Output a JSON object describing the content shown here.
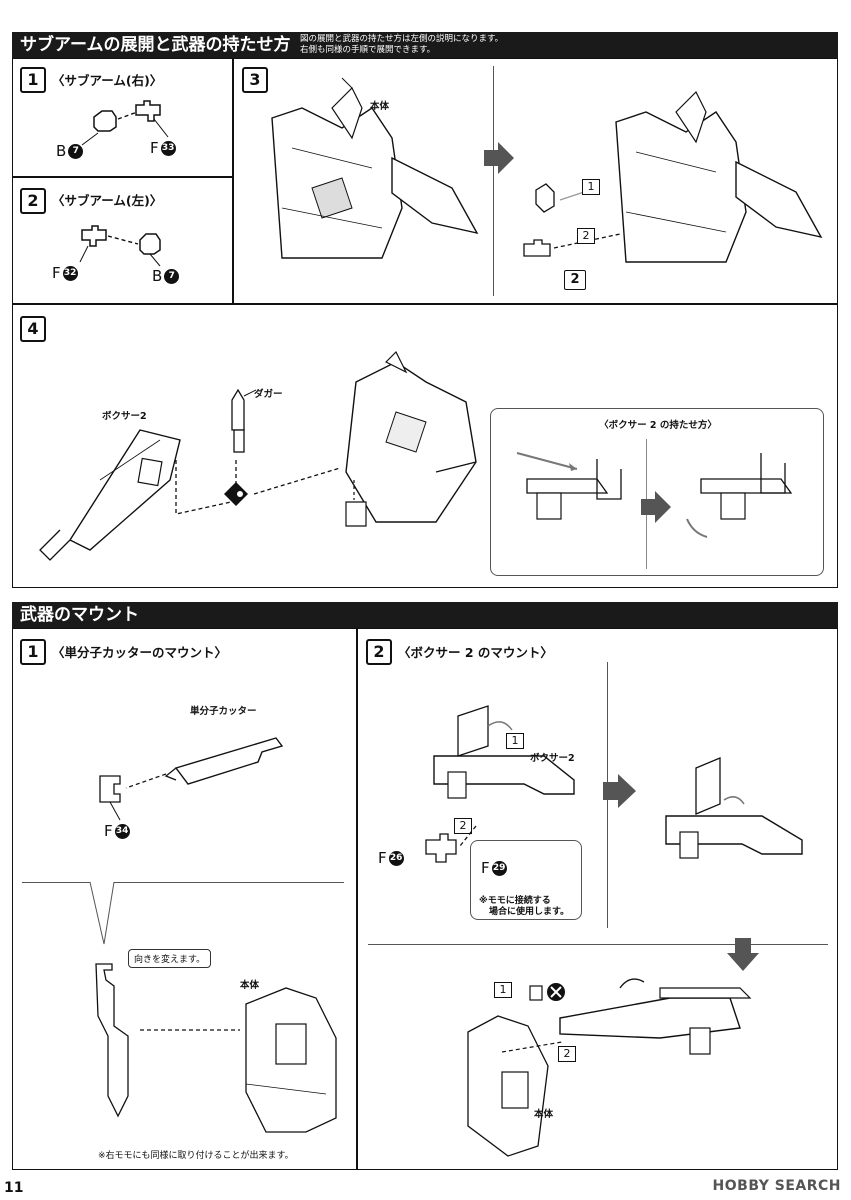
{
  "section1": {
    "title": "サブアームの展開と武器の持たせ方",
    "note_line1": "図の展開と武器の持たせ方は左側の説明になります。",
    "note_line2": "右側も同様の手順で展開できます。"
  },
  "step1": {
    "num": "1",
    "title": "〈サブアーム(右)〉",
    "part_b": "B",
    "part_b_no": "7",
    "part_f": "F",
    "part_f_no": "33"
  },
  "step2": {
    "num": "2",
    "title": "〈サブアーム(左)〉",
    "part_f": "F",
    "part_f_no": "32",
    "part_b": "B",
    "part_b_no": "7"
  },
  "step3": {
    "num": "3",
    "body_label": "本体",
    "sub1": "1",
    "sub2": "2",
    "ref2": "2"
  },
  "step4": {
    "num": "4",
    "boxer_label": "ボクサー2",
    "dagger_label": "ダガー",
    "callout_title": "〈ボクサー 2 の持たせ方〉"
  },
  "section2": {
    "title": "武器のマウント"
  },
  "mount1": {
    "num": "1",
    "title": "〈単分子カッターのマウント〉",
    "cutter_label": "単分子カッター",
    "part_f": "F",
    "part_f_no": "34",
    "bubble": "向きを変えます。",
    "body_label": "本体",
    "footnote": "※右モモにも同様に取り付けることが出来ます。"
  },
  "mount2": {
    "num": "2",
    "title": "〈ボクサー 2 のマウント〉",
    "sub1": "1",
    "boxer_label": "ボクサー2",
    "sub2": "2",
    "part_f_a": "F",
    "part_f_a_no": "26",
    "part_f_b": "F",
    "part_f_b_no": "29",
    "note_line1": "※モモに接続する",
    "note_line2": "場合に使用します。",
    "sub1b": "1",
    "sub2b": "2",
    "body_label": "本体"
  },
  "footer": {
    "page": "11",
    "logo": "HOBBY SEARCH"
  }
}
